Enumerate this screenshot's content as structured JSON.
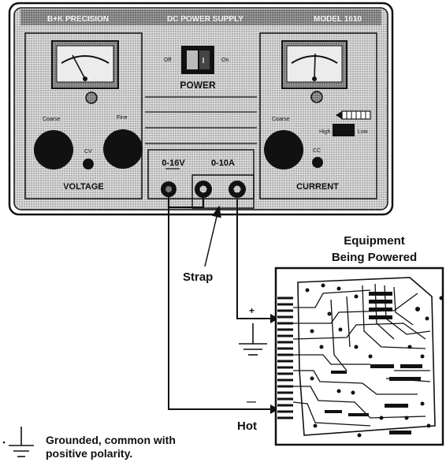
{
  "supply": {
    "brand": "B+K PRECISION",
    "title": "DC POWER SUPPLY",
    "model": "MODEL 1610",
    "switch_off": "Off",
    "switch_on": "On",
    "power_label": "POWER",
    "voltage_coarse": "Coarse",
    "voltage_fine": "Fine",
    "cv_label": "CV",
    "voltage_label": "VOLTAGE",
    "current_coarse": "Coarse",
    "range_high": "High",
    "range_low": "Low",
    "cc_label": "CC",
    "current_label": "CURRENT",
    "terminal_voltage": "0-16V",
    "terminal_current": "0-10A"
  },
  "labels": {
    "strap": "Strap",
    "equipment_line1": "Equipment",
    "equipment_line2": "Being Powered",
    "plus": "+",
    "minus": "—",
    "hot": "Hot",
    "legend_line1": "Grounded, common with",
    "legend_line2": "positive polarity."
  }
}
